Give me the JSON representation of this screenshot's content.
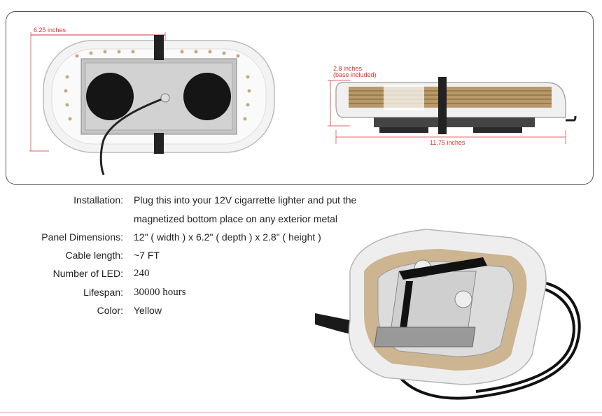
{
  "dimensions": {
    "width_label": "6.25 inches",
    "height_label_line1": "2.8 inches",
    "height_label_line2": "(base included)",
    "length_label": "11.75 inches"
  },
  "specs": [
    {
      "label": "Installation:",
      "value": "Plug this into your 12V cigarrette lighter and put the",
      "value2": "magnetized bottom place on any exterior metal"
    },
    {
      "label": "Panel Dimensions:",
      "value": "12\" ( width ) x 6.2\" ( depth ) x 2.8\" ( height )"
    },
    {
      "label": "Cable length:",
      "value": "~7 FT"
    },
    {
      "label": "Number of LED:",
      "value": "240"
    },
    {
      "label": "Lifespan:",
      "value": "30000 hours"
    },
    {
      "label": "Color:",
      "value": "Yellow"
    }
  ]
}
